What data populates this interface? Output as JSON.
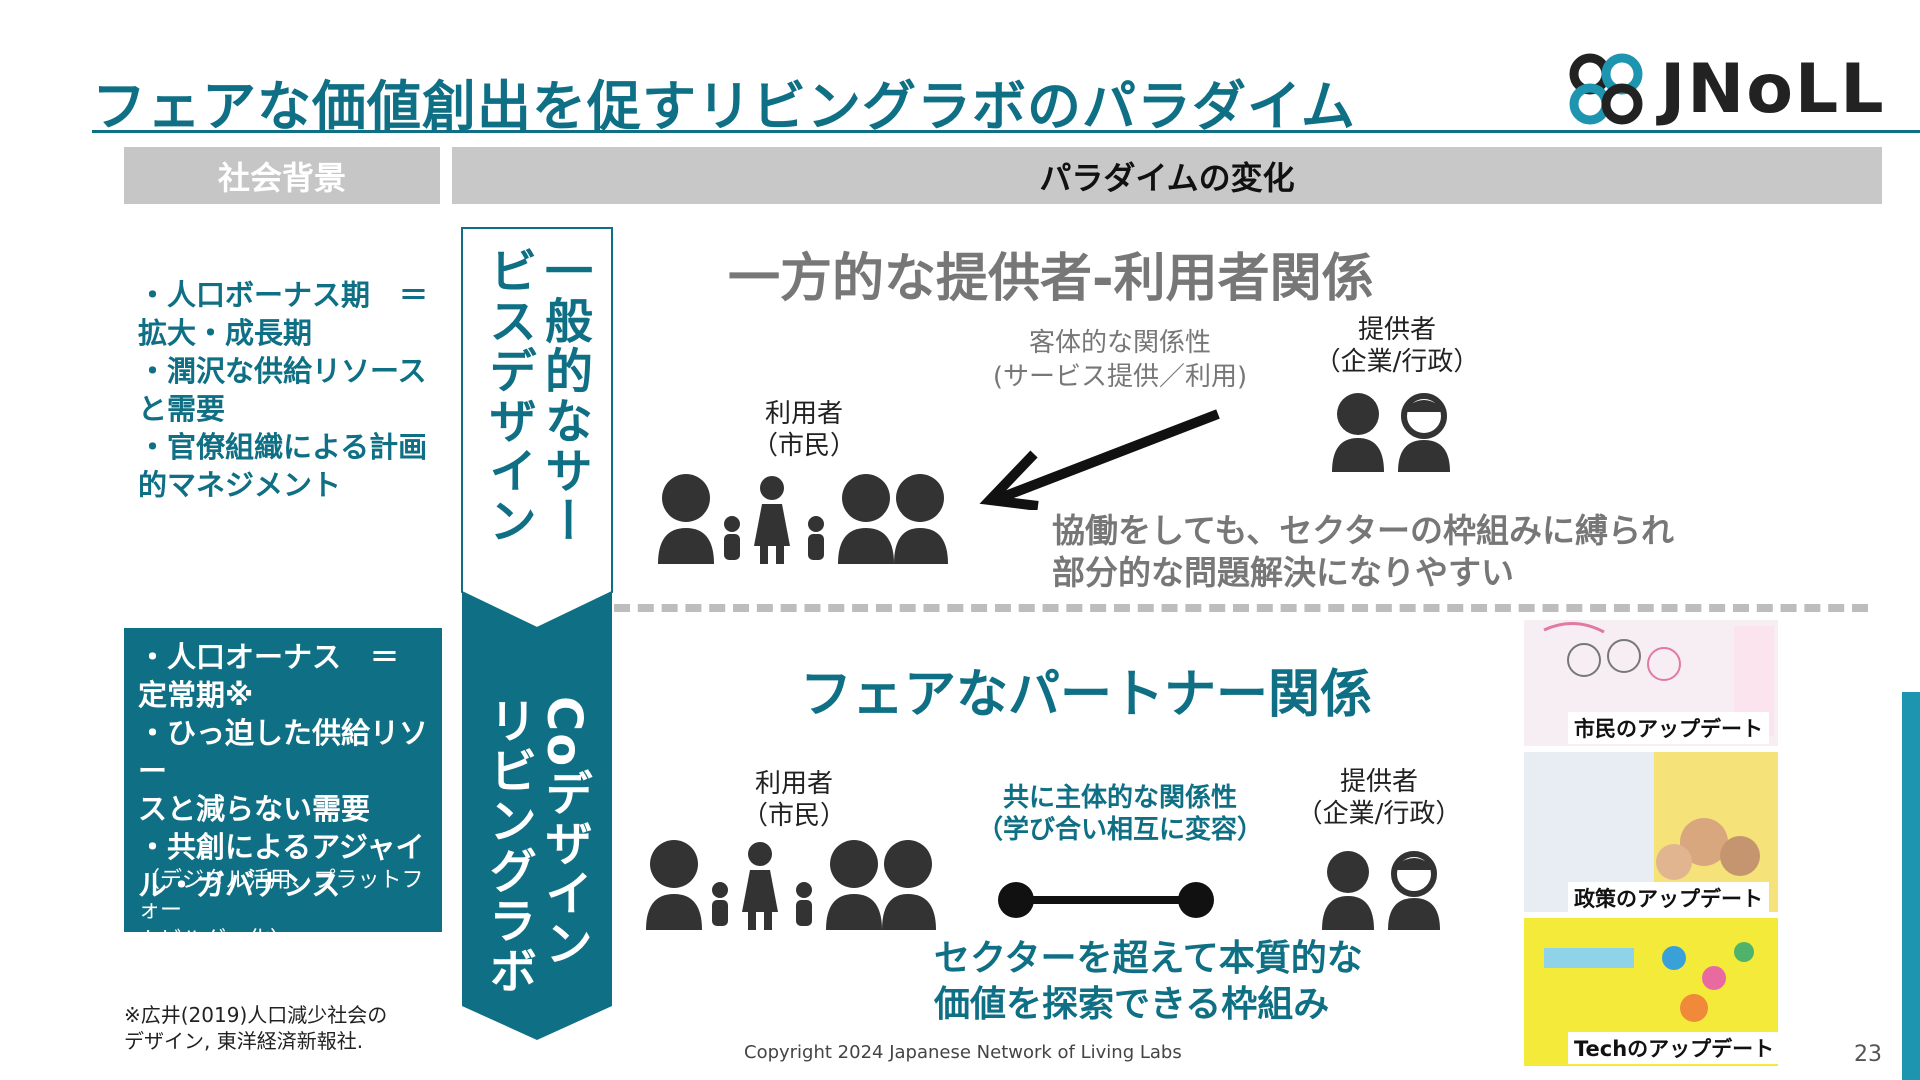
{
  "title": "フェアな価値創出を促すリビングラボのパラダイム",
  "logo": {
    "text": "JNoLL"
  },
  "headers": {
    "left": "社会背景",
    "right": "パラダイムの変化"
  },
  "background_top": [
    "・人口ボーナス期　＝",
    "拡大・成長期",
    "・潤沢な供給リソース",
    "と需要",
    "・官僚組織による計画",
    "的マネジメント"
  ],
  "background_bottom": {
    "main": [
      "・人口オーナス　＝",
      "定常期※",
      "・ひっ迫した供給リソー",
      "スと減らない需要",
      "・共創によるアジャイ",
      "ル・ガバナンス"
    ],
    "sub": [
      "（デジタル活用、プラットフォー",
      "ムビルダー化）"
    ]
  },
  "footnote": [
    "※広井(2019)人口減少社会の",
    "デザイン, 東洋経済新報社."
  ],
  "arrow": {
    "top_text": "一般的なサービスデザイン",
    "bottom_text": "Coデザインリビングラボ"
  },
  "top_section": {
    "title": "一方的な提供者-利用者関係",
    "relation": [
      "客体的な関係性",
      "(サービス提供／利用)"
    ],
    "user_label": [
      "利用者",
      "（市民）"
    ],
    "provider_label": [
      "提供者",
      "（企業/行政）"
    ],
    "caption": [
      "協働をしても、セクターの枠組みに縛られ",
      "部分的な問題解決になりやすい"
    ]
  },
  "bottom_section": {
    "title": "フェアなパートナー関係",
    "relation": [
      "共に主体的な関係性",
      "（学び合い相互に変容）"
    ],
    "user_label": [
      "利用者",
      "（市民）"
    ],
    "provider_label": [
      "提供者",
      "（企業/行政）"
    ],
    "caption": [
      "セクターを超えて本質的な",
      "価値を探索できる枠組み"
    ]
  },
  "thumbnails": [
    {
      "label": "市民のアップデート"
    },
    {
      "label": "政策のアップデート"
    },
    {
      "label": "Techのアップデート"
    }
  ],
  "footer": {
    "copyright": "Copyright 2024  Japanese Network of Living Labs",
    "page": "23"
  },
  "colors": {
    "teal": "#0f6f84",
    "grey_text": "#777777",
    "header_grey": "#c8c8c8",
    "accent_blue": "#1e95b0"
  }
}
